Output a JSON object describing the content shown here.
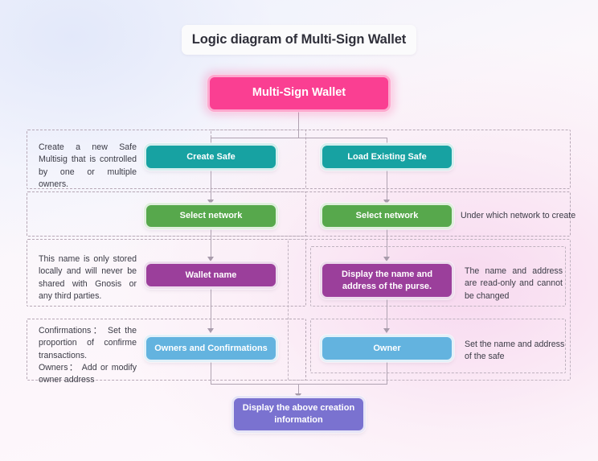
{
  "title": "Logic diagram of Multi-Sign Wallet",
  "nodes": {
    "root": "Multi-Sign Wallet",
    "create_safe": "Create Safe",
    "load_existing_safe": "Load Existing Safe",
    "select_network_left": "Select network",
    "select_network_right": "Select network",
    "wallet_name": "Wallet name",
    "display_name_address": "Display the name and address of the purse.",
    "owners_and_confirmations": "Owners and Confirmations",
    "owner": "Owner",
    "display_creation_info": "Display the above creation information"
  },
  "notes": {
    "create_safe_note": "Create a new Safe Multisig that is controlled by one or multiple owners.",
    "network_note": "Under which network to create",
    "wallet_name_note": "This name is only stored locally and will never be shared with Gnosis or any third parties.",
    "display_note": "The name and address are read-only and cannot be changed",
    "owners_note": "Confirmations： Set the proportion of confirme transactions.\nOwners： Add or modify owner address",
    "owner_note": "Set the name and address of the safe"
  },
  "colors": {
    "root": "#fa3f92",
    "teal": "#17a2a2",
    "green": "#57a84c",
    "purple": "#9b3f9b",
    "blue": "#63b3df",
    "indigo": "#7a72d0",
    "connector": "#b0a3b2",
    "group_border": "#b7a8b6"
  },
  "chart_data": {
    "type": "diagram",
    "title": "Logic diagram of Multi-Sign Wallet",
    "orientation": "top-down",
    "branches": [
      {
        "name": "Create Safe",
        "steps": [
          "Create Safe",
          "Select network",
          "Wallet name",
          "Owners and Confirmations"
        ]
      },
      {
        "name": "Load Existing Safe",
        "steps": [
          "Load Existing Safe",
          "Select network",
          "Display the name and address of the purse.",
          "Owner"
        ]
      }
    ],
    "merge_node": "Display the above creation information"
  }
}
